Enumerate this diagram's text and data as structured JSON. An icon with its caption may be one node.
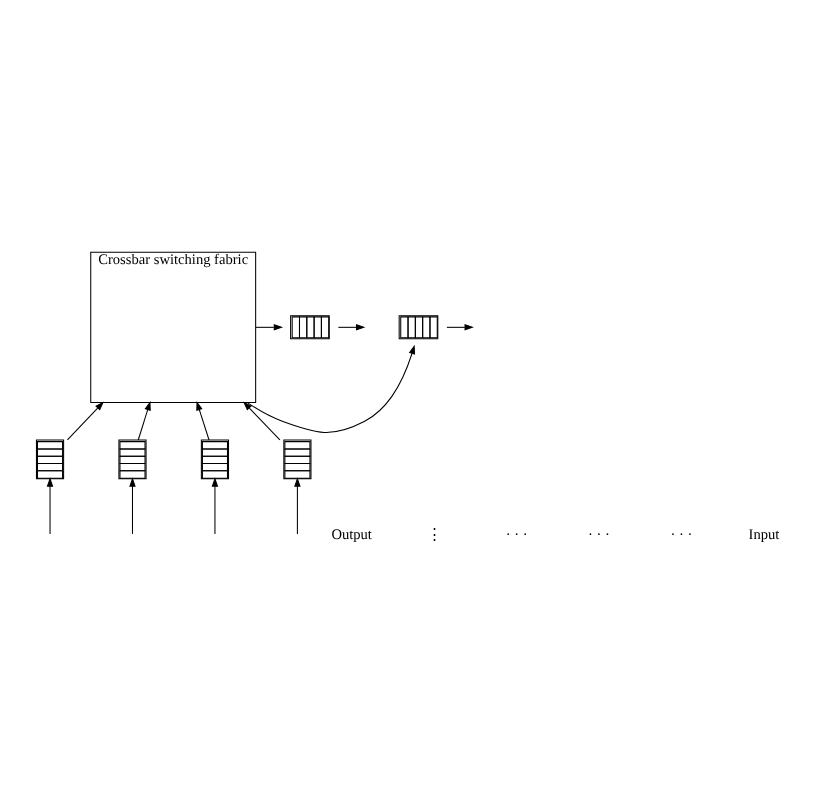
{
  "diagram": {
    "nodes": [
      {
        "text": [
          "Crossbar switching fabric"
        ]
      },
      {
        "text": [],
        "shape": "box"
      },
      {
        "text": [],
        "shape": "box"
      },
      {
        "text": [],
        "shape": "box"
      },
      {
        "text": [],
        "shape": "box"
      },
      {
        "text": [],
        "shape": "box"
      },
      {
        "text": [],
        "shape": "box"
      }
    ],
    "edges": [
      {
        "from": 0,
        "to": 1,
        "arrow": "to"
      },
      {
        "from": 0,
        "to": 2,
        "arrow": "to"
      },
      {
        "from": 1,
        "to": null,
        "arrow": "to"
      },
      {
        "from": 2,
        "to": null,
        "arrow": "to"
      },
      {
        "from": 3,
        "to": 0,
        "arrow": "to"
      },
      {
        "from": 4,
        "to": 0,
        "arrow": "to"
      },
      {
        "from": 5,
        "to": 0,
        "arrow": "to"
      },
      {
        "from": 6,
        "to": 0,
        "arrow": "to"
      },
      {
        "from": null,
        "to": 3,
        "arrow": "to"
      },
      {
        "from": null,
        "to": 4,
        "arrow": "to"
      },
      {
        "from": null,
        "to": 5,
        "arrow": "to"
      },
      {
        "from": null,
        "to": 6,
        "arrow": "to"
      }
    ],
    "labels": [
      "Output",
      "⋮",
      "· · ·",
      "· · ·",
      "· · ·",
      "Input"
    ]
  }
}
